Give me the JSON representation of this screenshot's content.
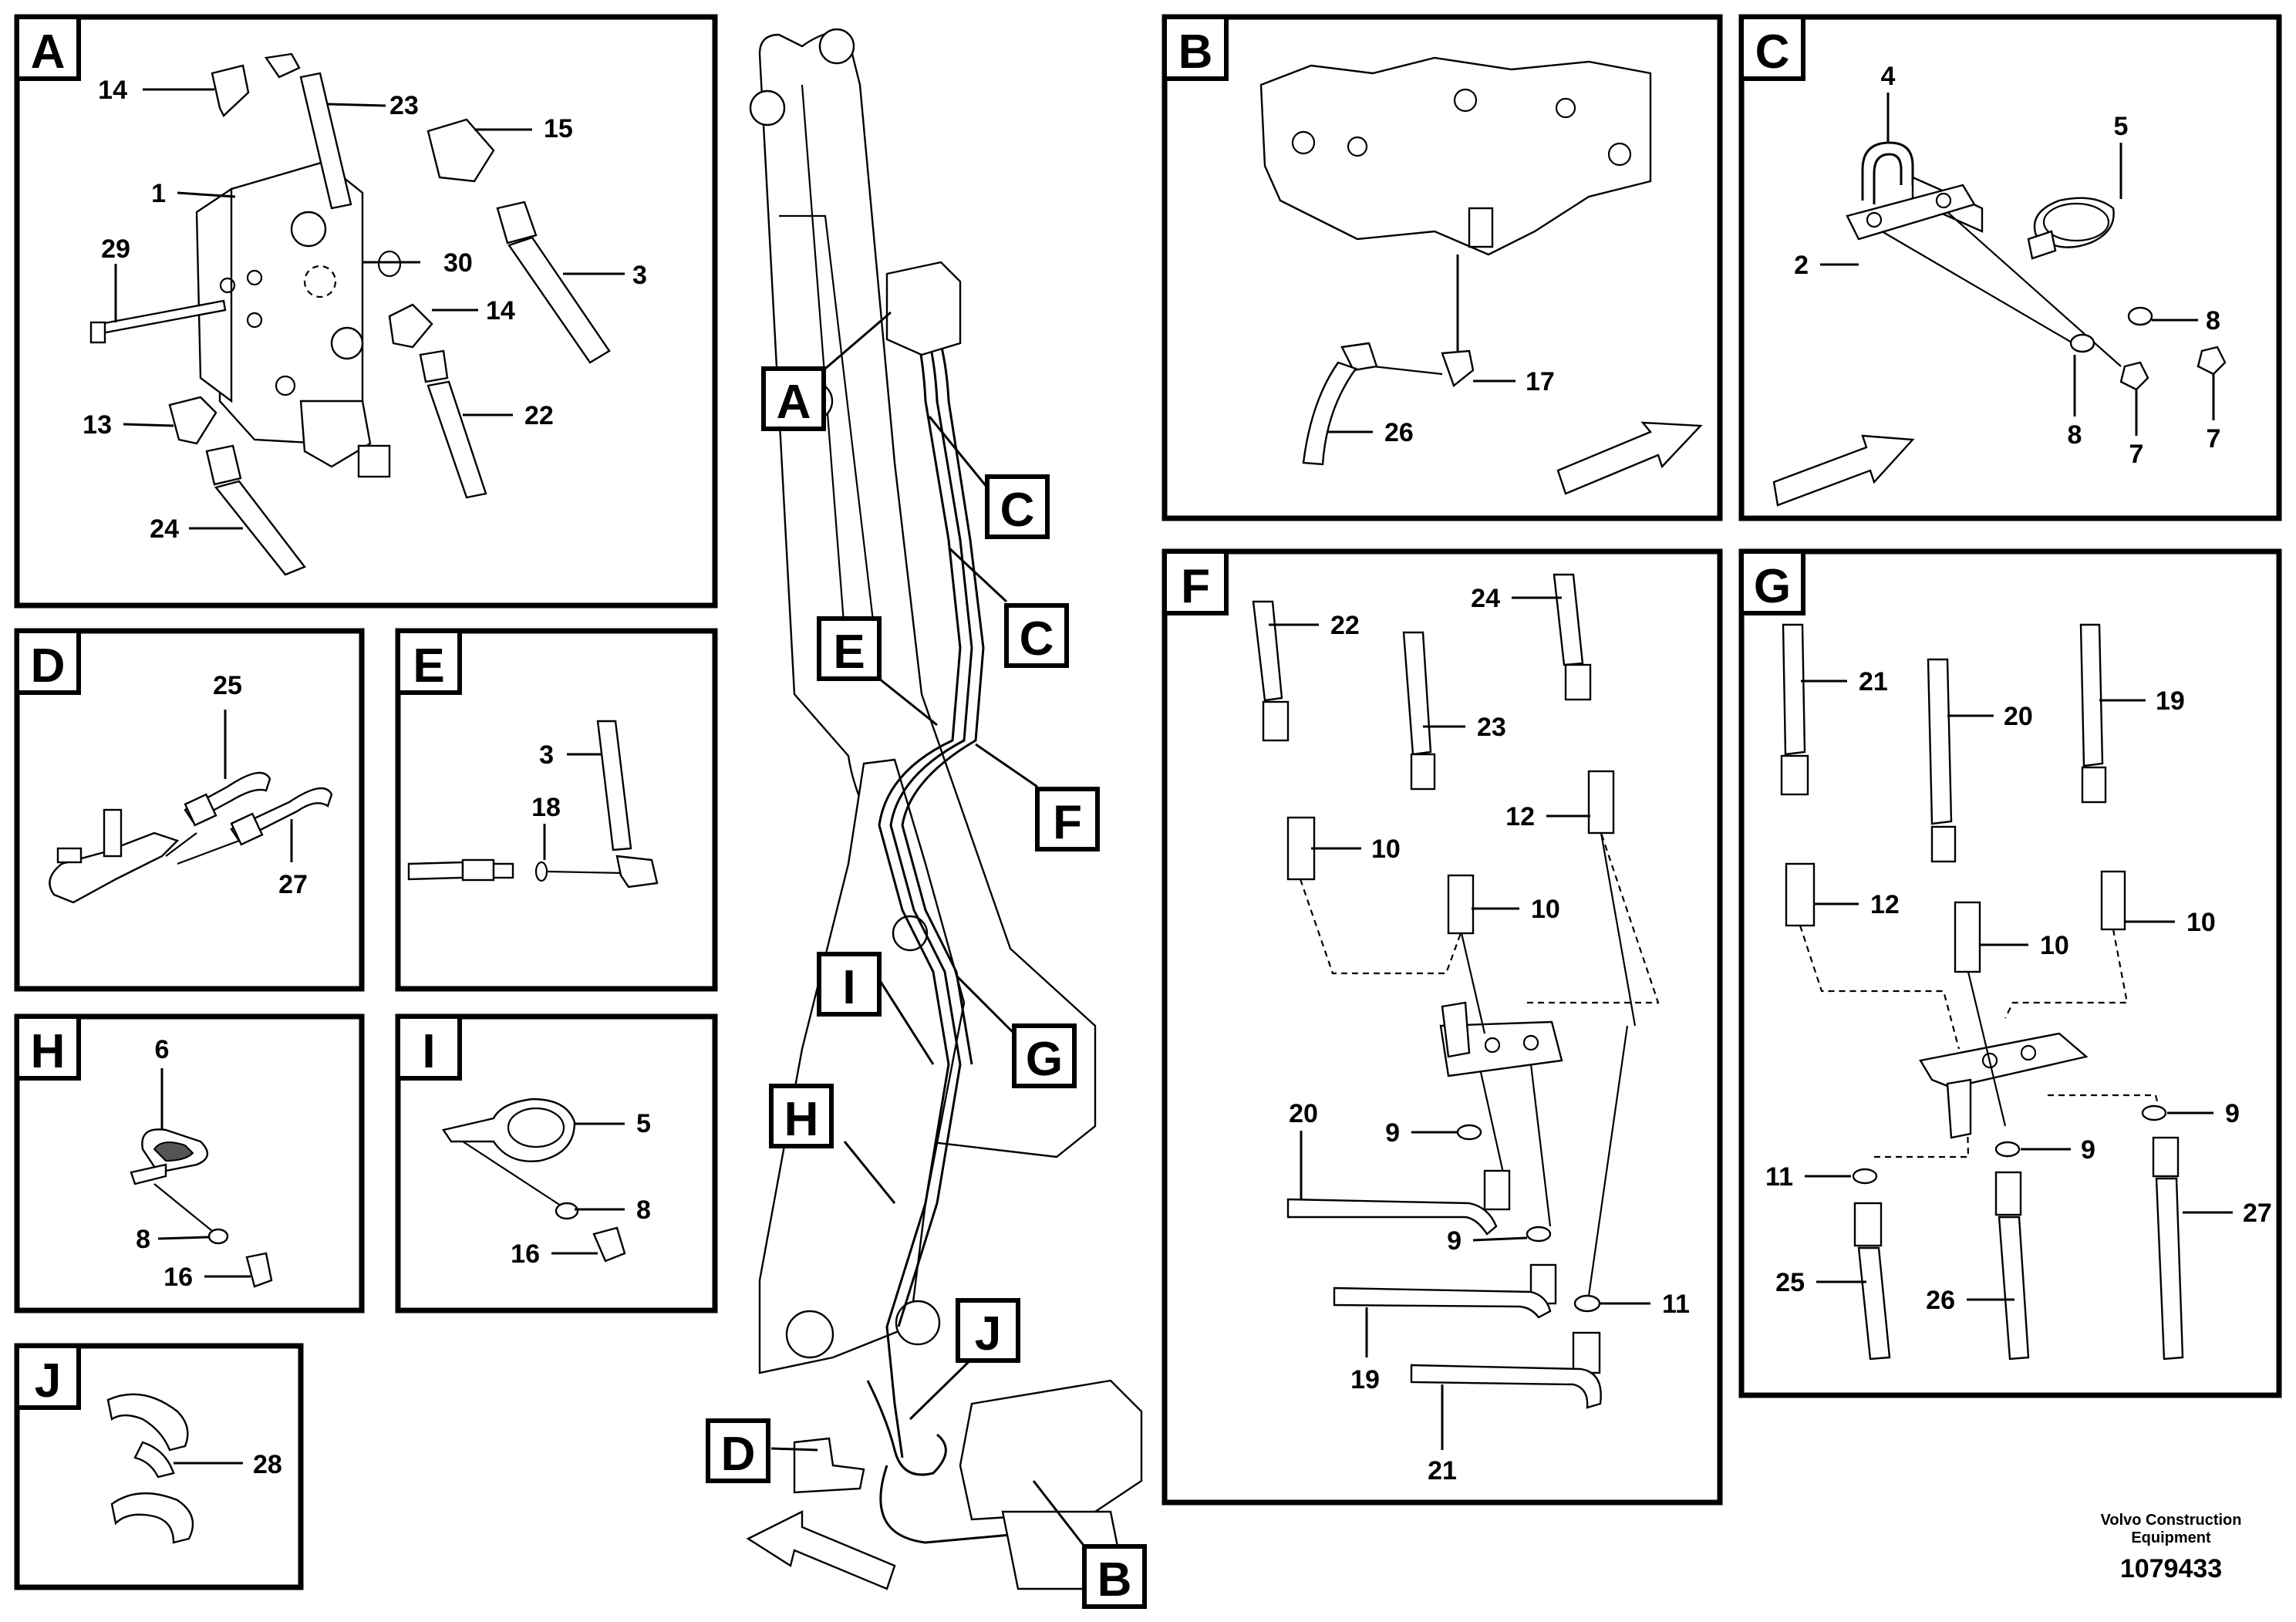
{
  "panels": {
    "a": {
      "tag": "A",
      "labels": [
        "14",
        "23",
        "15",
        "1",
        "29",
        "30",
        "3",
        "14",
        "13",
        "22",
        "24"
      ]
    },
    "b": {
      "tag": "B",
      "labels": [
        "17",
        "26"
      ]
    },
    "c": {
      "tag": "C",
      "labels": [
        "4",
        "5",
        "2",
        "8",
        "8",
        "7",
        "7"
      ]
    },
    "d": {
      "tag": "D",
      "labels": [
        "25",
        "27"
      ]
    },
    "e": {
      "tag": "E",
      "labels": [
        "3",
        "18"
      ]
    },
    "f": {
      "tag": "F",
      "labels": [
        "22",
        "24",
        "23",
        "12",
        "10",
        "10",
        "20",
        "9",
        "9",
        "11",
        "19",
        "21"
      ]
    },
    "g": {
      "tag": "G",
      "labels": [
        "21",
        "20",
        "19",
        "12",
        "10",
        "10",
        "9",
        "9",
        "11",
        "27",
        "25",
        "26"
      ]
    },
    "h": {
      "tag": "H",
      "labels": [
        "6",
        "8",
        "16"
      ]
    },
    "i": {
      "tag": "I",
      "labels": [
        "5",
        "8",
        "16"
      ]
    },
    "j": {
      "tag": "J",
      "labels": [
        "28"
      ]
    }
  },
  "callouts": [
    "A",
    "C",
    "C",
    "E",
    "F",
    "I",
    "G",
    "H",
    "J",
    "D",
    "B"
  ],
  "footer": {
    "company_line1": "Volvo Construction",
    "company_line2": "Equipment",
    "document_number": "1079433"
  }
}
